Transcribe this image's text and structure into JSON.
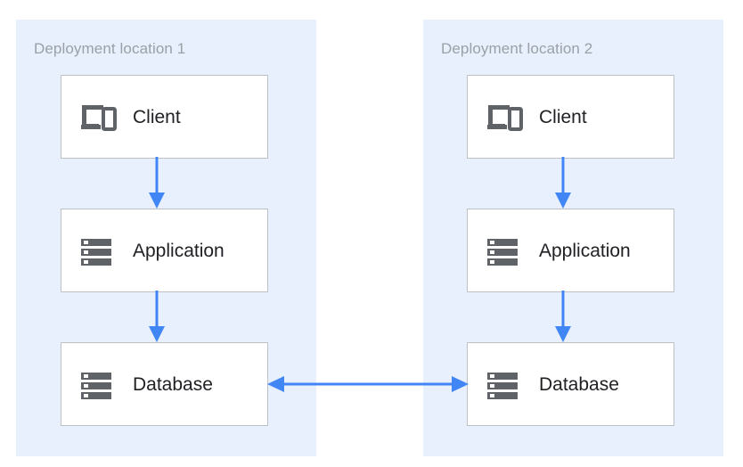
{
  "diagram": {
    "type": "architecture-diagram",
    "colors": {
      "zone_background": "#e8f0fe",
      "node_background": "#ffffff",
      "node_border": "#bdc1c6",
      "arrow": "#4285f4",
      "icon": "#5f6368",
      "zone_title_text": "#9aa0a6",
      "node_label_text": "#202124",
      "page_background": "#ffffff"
    },
    "zones": [
      {
        "id": "deployment-location-1",
        "title": "Deployment location 1",
        "nodes": [
          {
            "id": "client-1",
            "label": "Client",
            "icon": "devices-icon"
          },
          {
            "id": "application-1",
            "label": "Application",
            "icon": "server-stack-icon"
          },
          {
            "id": "database-1",
            "label": "Database",
            "icon": "server-stack-icon"
          }
        ]
      },
      {
        "id": "deployment-location-2",
        "title": "Deployment location 2",
        "nodes": [
          {
            "id": "client-2",
            "label": "Client",
            "icon": "devices-icon"
          },
          {
            "id": "application-2",
            "label": "Application",
            "icon": "server-stack-icon"
          },
          {
            "id": "database-2",
            "label": "Database",
            "icon": "server-stack-icon"
          }
        ]
      }
    ],
    "connections": [
      {
        "id": "client-1-to-application-1",
        "from": "client-1",
        "to": "application-1",
        "direction": "down",
        "style": "solid"
      },
      {
        "id": "application-1-to-database-1",
        "from": "application-1",
        "to": "database-1",
        "direction": "down",
        "style": "solid"
      },
      {
        "id": "client-2-to-application-2",
        "from": "client-2",
        "to": "application-2",
        "direction": "down",
        "style": "solid"
      },
      {
        "id": "application-2-to-database-2",
        "from": "application-2",
        "to": "database-2",
        "direction": "down",
        "style": "solid"
      },
      {
        "id": "database-1-to-database-2",
        "from": "database-1",
        "to": "database-2",
        "direction": "bidirectional",
        "style": "solid"
      }
    ]
  }
}
